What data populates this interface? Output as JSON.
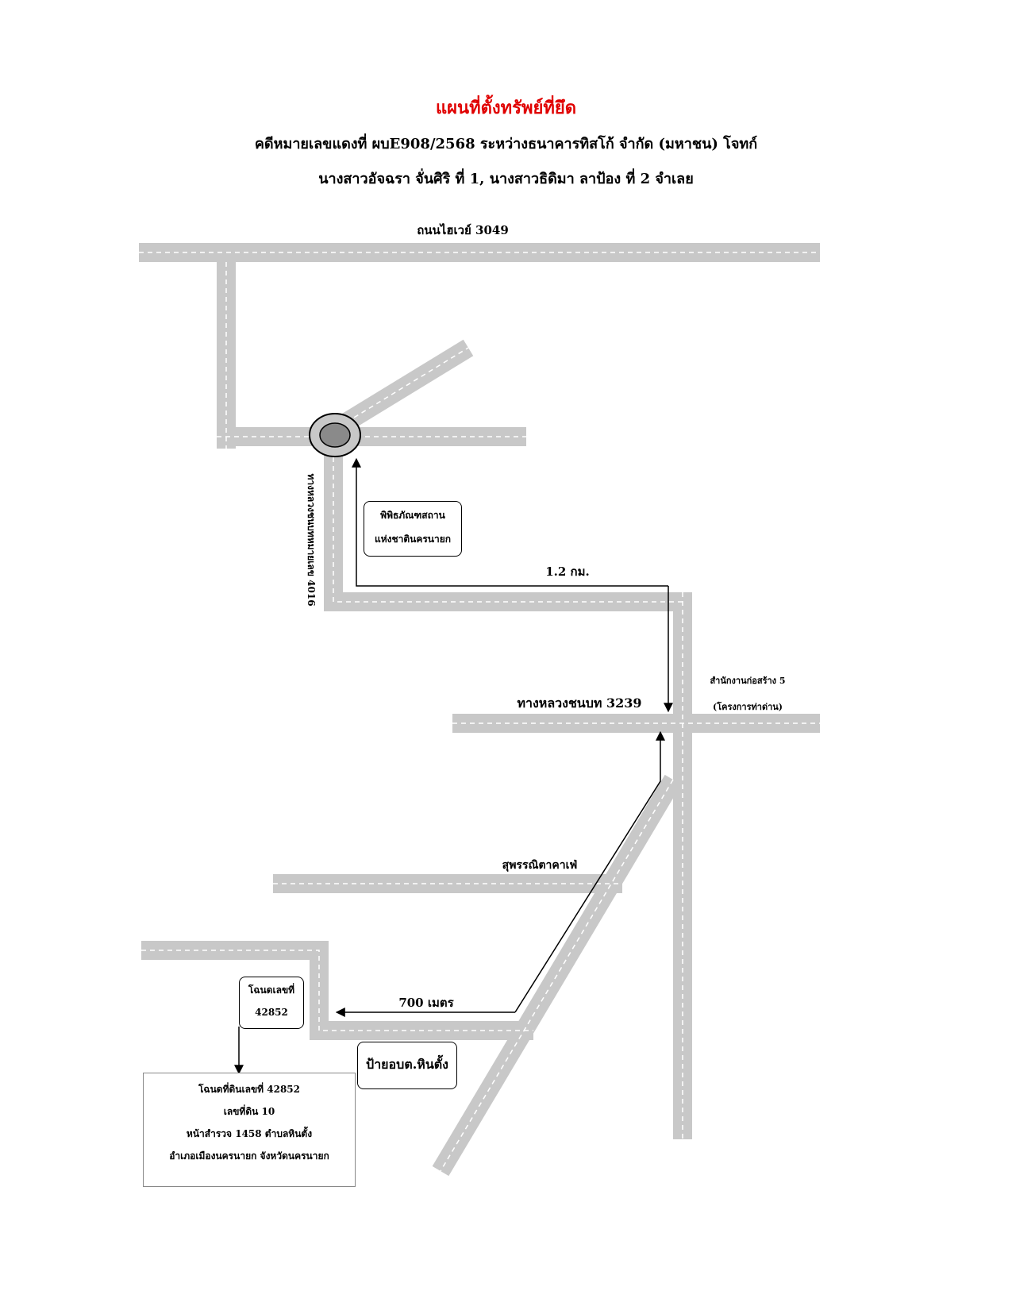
{
  "header": {
    "title": "แผนที่ตั้งทรัพย์ที่ยึด",
    "line1": "คดีหมายเลขแดงที่ ผบE908/2568 ระหว่างธนาคารทิสโก้ จำกัด (มหาชน) โจทก์",
    "line2": "นางสาวอัจฉรา จั่นศิริ ที่ 1, นางสาวธิดิมา ลาป้อง ที่ 2 จำเลย"
  },
  "roads": {
    "highway_3049": "ถนนไฮเวย์ 3049",
    "rural_4016": "ทางหลวงชนบทหมายเลข 4016",
    "rural_3239": "ทางหลวงชนบท 3239",
    "cafe_road": "สุพรรณิตาคาเฟ่"
  },
  "distances": {
    "d1": "1.2 กม.",
    "d2": "700 เมตร"
  },
  "landmarks": {
    "museum_line1": "พิพิธภัณฑสถาน",
    "museum_line2": "แห่งชาตินครนายก",
    "office_line1": "สำนักงานก่อสร้าง 5",
    "office_line2": "(โครงการท่าด่าน)",
    "deed_line1": "โฉนดเลขที่",
    "deed_line2": "42852",
    "sign": "ป้ายอบต.หินตั้ง"
  },
  "property": {
    "line1": "โฉนดที่ดินเลขที่ 42852",
    "line2": "เลขที่ดิน 10",
    "line3": "หน้าสำรวจ 1458 ตำบลหินตั้ง",
    "line4": "อำเภอเมืองนครนายก จังหวัดนครนายก"
  },
  "colors": {
    "road": "#c8c8c8",
    "dash": "#ffffff",
    "title": "#e00000"
  }
}
